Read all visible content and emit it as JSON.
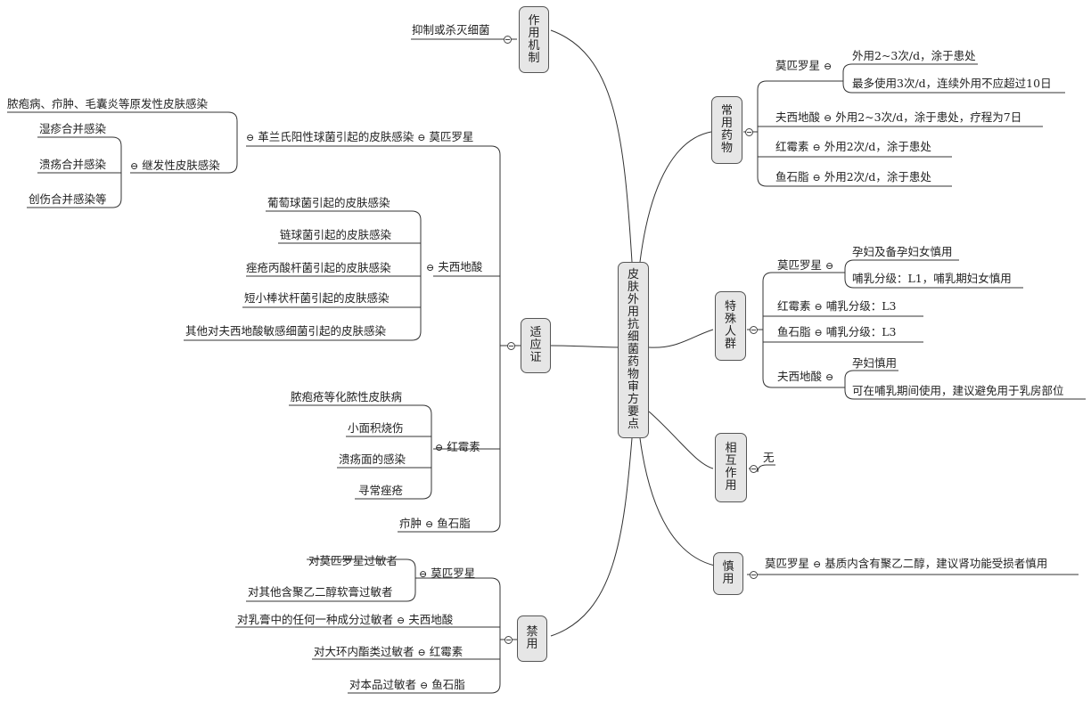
{
  "root": {
    "title": "皮\n肤\n外\n用\n抗\n细\n菌\n药\n物\n审\n方\n要\n点"
  },
  "mechanism": {
    "title": "作\n用\n机\n制",
    "detail": "抑制或杀灭细菌"
  },
  "indications": {
    "title": "适\n应\n证",
    "mupirocin": {
      "name": "莫匹罗星",
      "gram_pos": "革兰氏阳性球菌引起的皮肤感染",
      "primary": "脓疱病、疖肿、毛囊炎等原发性皮肤感染",
      "secondary": {
        "label": "继发性皮肤感染",
        "items": [
          "湿疹合并感染",
          "溃疡合并感染",
          "创伤合并感染等"
        ]
      }
    },
    "fusidic_acid": {
      "name": "夫西地酸",
      "items": [
        "葡萄球菌引起的皮肤感染",
        "链球菌引起的皮肤感染",
        "痤疮丙酸杆菌引起的皮肤感染",
        "短小棒状杆菌引起的皮肤感染",
        "其他对夫西地酸敏感细菌引起的皮肤感染"
      ]
    },
    "erythromycin": {
      "name": "红霉素",
      "items": [
        "脓疱疮等化脓性皮肤病",
        "小面积烧伤",
        "溃疡面的感染",
        "寻常痤疮"
      ]
    },
    "ichthammol": {
      "name": "鱼石脂",
      "item": "疖肿"
    }
  },
  "contraindications": {
    "title": "禁\n用",
    "mupirocin": {
      "name": "莫匹罗星",
      "items": [
        "对莫匹罗星过敏者",
        "对其他含聚乙二醇软膏过敏者"
      ]
    },
    "fusidic_acid": {
      "name": "夫西地酸",
      "item": "对乳膏中的任何一种成分过敏者"
    },
    "erythromycin": {
      "name": "红霉素",
      "item": "对大环内酯类过敏者"
    },
    "ichthammol": {
      "name": "鱼石脂",
      "item": "对本品过敏者"
    }
  },
  "common_drugs": {
    "title": "常\n用\n药\n物",
    "mupirocin": {
      "name": "莫匹罗星",
      "items": [
        "外用2~3次/d，涂于患处",
        "最多使用3次/d，连续外用不应超过10日"
      ]
    },
    "fusidic_acid": {
      "name": "夫西地酸",
      "item": "外用2~3次/d，涂于患处，疗程为7日"
    },
    "erythromycin": {
      "name": "红霉素",
      "item": "外用2次/d，涂于患处"
    },
    "ichthammol": {
      "name": "鱼石脂",
      "item": "外用2次/d，涂于患处"
    }
  },
  "special": {
    "title": "特\n殊\n人\n群",
    "mupirocin": {
      "name": "莫匹罗星",
      "items": [
        "孕妇及备孕妇女慎用",
        "哺乳分级：L1，哺乳期妇女慎用"
      ]
    },
    "erythromycin": {
      "name": "红霉素",
      "item": "哺乳分级：L3"
    },
    "ichthammol": {
      "name": "鱼石脂",
      "item": "哺乳分级：L3"
    },
    "fusidic_acid": {
      "name": "夫西地酸",
      "items": [
        "孕妇慎用",
        "可在哺乳期间使用，建议避免用于乳房部位"
      ]
    }
  },
  "interaction": {
    "title": "相\n互\n作\n用",
    "item": "无"
  },
  "caution": {
    "title": "慎\n用",
    "mupirocin": {
      "name": "莫匹罗星",
      "item": "基质内含有聚乙二醇，建议肾功能受损者慎用"
    }
  }
}
